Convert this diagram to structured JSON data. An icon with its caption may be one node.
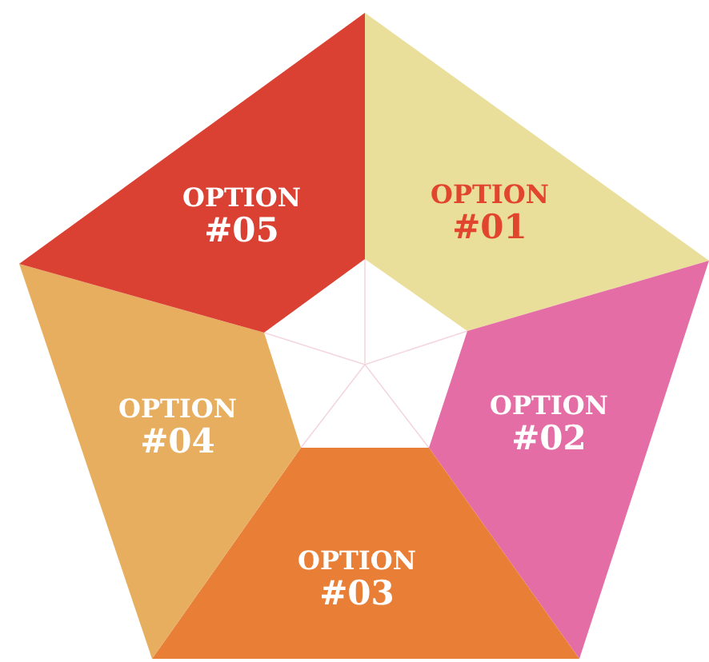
{
  "diagram": {
    "nodes": [
      {
        "text": [
          "OPTION",
          "#01"
        ]
      },
      {
        "text": [
          "OPTION",
          "#02"
        ]
      },
      {
        "text": [
          "OPTION",
          "#03"
        ]
      },
      {
        "text": [
          "OPTION",
          "#04"
        ]
      },
      {
        "text": [
          "OPTION",
          "#05"
        ]
      }
    ]
  }
}
